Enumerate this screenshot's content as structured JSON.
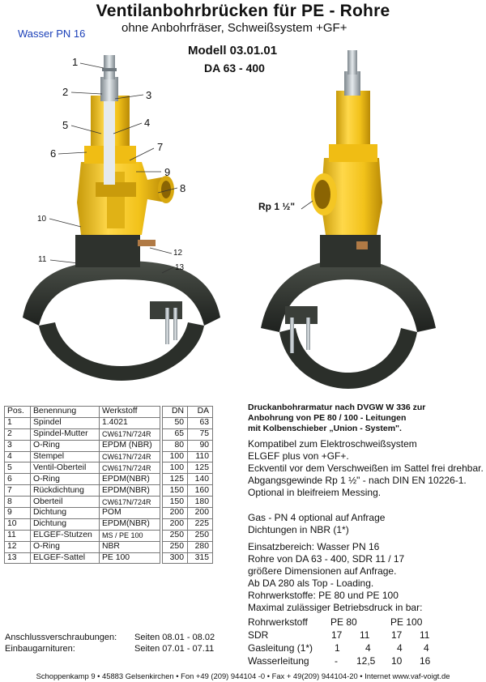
{
  "header": {
    "title": "Ventilanbohrbrücken für PE - Rohre",
    "subtitle": "ohne Anbohrfräser,  Schweißsystem +GF+",
    "badge": "Wasser PN 16",
    "model": "Modell 03.01.01",
    "range": "DA 63 - 400"
  },
  "figure": {
    "thread_label": "Rp 1 ½\"",
    "callouts": [
      "1",
      "2",
      "3",
      "4",
      "5",
      "6",
      "7",
      "8",
      "9",
      "10",
      "11",
      "12",
      "13"
    ],
    "colors": {
      "brass": "#f2c21a",
      "brass_dark": "#b98a06",
      "saddle": "#2b2f2a",
      "saddle_light": "#4a4f48",
      "steel": "#a9b2b8"
    }
  },
  "parts_table": {
    "headers": [
      "Pos.",
      "Benennung",
      "Werkstoff"
    ],
    "rows": [
      [
        "1",
        "Spindel",
        "1.4021"
      ],
      [
        "2",
        "Spindel-Mutter",
        "CW617N/724R"
      ],
      [
        "3",
        "O-Ring",
        "EPDM (NBR)"
      ],
      [
        "4",
        "Stempel",
        "CW617N/724R"
      ],
      [
        "5",
        "Ventil-Oberteil",
        "CW617N/724R"
      ],
      [
        "6",
        "O-Ring",
        "EPDM(NBR)"
      ],
      [
        "7",
        "Rückdichtung",
        "EPDM(NBR)"
      ],
      [
        "8",
        "Oberteil",
        "CW617N/724R"
      ],
      [
        "9",
        "Dichtung",
        "POM"
      ],
      [
        "10",
        "Dichtung",
        "EPDM(NBR)"
      ],
      [
        "11",
        "ELGEF-Stutzen",
        "MS / PE 100"
      ],
      [
        "12",
        "O-Ring",
        "NBR"
      ],
      [
        "13",
        "ELGEF-Sattel",
        "PE 100"
      ]
    ]
  },
  "dn_table": {
    "headers": [
      "DN",
      "DA"
    ],
    "rows": [
      [
        "50",
        "63"
      ],
      [
        "65",
        "75"
      ],
      [
        "80",
        "90"
      ],
      [
        "100",
        "110"
      ],
      [
        "100",
        "125"
      ],
      [
        "125",
        "140"
      ],
      [
        "150",
        "160"
      ],
      [
        "150",
        "180"
      ],
      [
        "200",
        "200"
      ],
      [
        "200",
        "225"
      ],
      [
        "250",
        "250"
      ],
      [
        "250",
        "280"
      ],
      [
        "300",
        "315"
      ]
    ]
  },
  "description": {
    "bold_lines": [
      "Druckanbohrarmatur nach DVGW W 336 zur",
      "Anbohrung von PE 80 / 100 - Leitungen",
      "mit Kolbenschieber „Union - System\"."
    ],
    "lines_1": [
      "Kompatibel zum Elektroschweißsystem",
      "ELGEF plus von +GF+.",
      "Eckventil vor dem Verschweißen im Sattel frei drehbar.",
      "Abgangsgewinde Rp 1 ½\" - nach DIN EN 10226-1.",
      "Optional in bleifreiem Messing."
    ],
    "lines_2": [
      "Gas - PN 4 optional auf Anfrage",
      "Dichtungen in NBR (1*)"
    ],
    "lines_3": [
      "Einsatzbereich:  Wasser PN 16",
      "Rohre von DA 63 - 400, SDR 11 / 17",
      "größere Dimensionen auf Anfrage.",
      "Ab DA 280 als Top - Loading.",
      "Rohrwerkstoffe:  PE 80 und PE 100",
      "Maximal zulässiger Betriebsdruck in bar:"
    ]
  },
  "pressure": {
    "header": [
      "Rohrwerkstoff",
      "PE  80",
      "PE 100"
    ],
    "rows": [
      [
        "SDR",
        "17",
        "11",
        "17",
        "11"
      ],
      [
        "Gasleitung (1*)",
        "1",
        "4",
        "4",
        "4"
      ],
      [
        "Wasserleitung",
        "-",
        "12,5",
        "10",
        "16"
      ]
    ]
  },
  "references": [
    {
      "label": "Anschlussverschraubungen:",
      "value": "Seiten  08.01 - 08.02"
    },
    {
      "label": "Einbaugarnituren:",
      "value": "Seiten  07.01 - 07.11"
    }
  ],
  "footer": "Schoppenkamp 9 • 45883 Gelsenkirchen • Fon  +49 (209) 944104 -0 • Fax + 49(209) 944104-20 • Internet www.vaf-voigt.de"
}
